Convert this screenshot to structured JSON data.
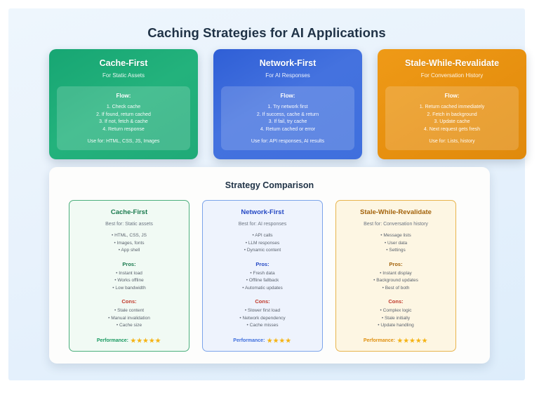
{
  "page": {
    "title": "Caching Strategies for AI Applications"
  },
  "strategies": [
    {
      "name": "Cache-First",
      "subtitle": "For Static Assets",
      "color": "#23b27c",
      "flow_title": "Flow:",
      "steps": [
        "1. Check cache",
        "2. If found, return cached",
        "3. If not, fetch & cache",
        "4. Return response"
      ],
      "use_for": "Use for: HTML, CSS, JS, Images"
    },
    {
      "name": "Network-First",
      "subtitle": "For AI Responses",
      "color": "#4472df",
      "flow_title": "Flow:",
      "steps": [
        "1. Try network first",
        "2. If success, cache & return",
        "3. If fail, try cache",
        "4. Return cached or error"
      ],
      "use_for": "Use for: API responses, AI results"
    },
    {
      "name": "Stale-While-Revalidate",
      "subtitle": "For Conversation History",
      "color": "#e7900f",
      "flow_title": "Flow:",
      "steps": [
        "1. Return cached immediately",
        "2. Fetch in background",
        "3. Update cache",
        "4. Next request gets fresh"
      ],
      "use_for": "Use for: Lists, history"
    }
  ],
  "comparison": {
    "title": "Strategy Comparison",
    "pros_label": "Pros:",
    "cons_label": "Cons:",
    "performance_label": "Performance:",
    "star_glyph": "★",
    "cards": [
      {
        "name": "Cache-First",
        "best_for": "Best for: Static assets",
        "items": [
          "• HTML, CSS, JS",
          "• Images, fonts",
          "• App shell"
        ],
        "pros": [
          "• Instant load",
          "• Works offline",
          "• Low bandwidth"
        ],
        "cons": [
          "• Stale content",
          "• Manual invalidation",
          "• Cache size"
        ],
        "performance_stars": 5,
        "accent": "#4caf7d"
      },
      {
        "name": "Network-First",
        "best_for": "Best for: AI responses",
        "items": [
          "• API calls",
          "• LLM responses",
          "• Dynamic content"
        ],
        "pros": [
          "• Fresh data",
          "• Offline fallback",
          "• Automatic updates"
        ],
        "cons": [
          "• Slower first load",
          "• Network dependency",
          "• Cache misses"
        ],
        "performance_stars": 4,
        "accent": "#7ca4ea"
      },
      {
        "name": "Stale-While-Revalidate",
        "best_for": "Best for: Conversation history",
        "items": [
          "• Message lists",
          "• User data",
          "• Settings"
        ],
        "pros": [
          "• Instant display",
          "• Background updates",
          "• Best of both"
        ],
        "cons": [
          "• Complex logic",
          "• Stale initially",
          "• Update handling"
        ],
        "performance_stars": 5,
        "accent": "#e8b44d"
      }
    ]
  }
}
